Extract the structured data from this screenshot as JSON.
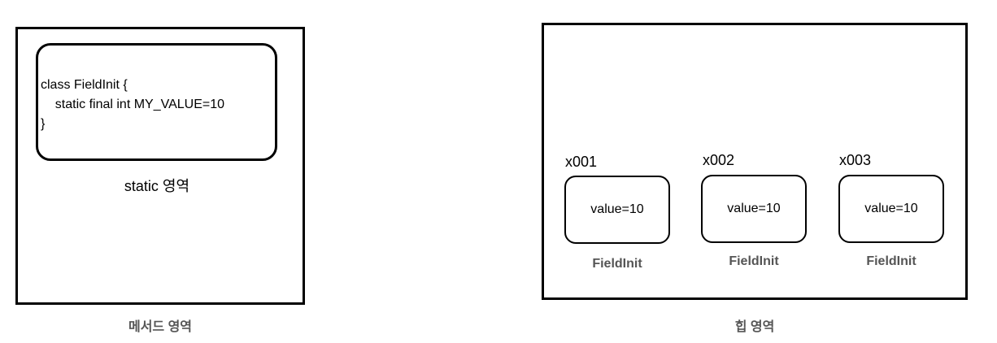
{
  "method_area": {
    "caption": "메서드 영역",
    "static_region": {
      "code_lines": [
        "class FieldInit {",
        "    static final int MY_VALUE=10",
        "}"
      ],
      "label": "static 영역"
    }
  },
  "heap_area": {
    "caption": "힙 영역",
    "objects": [
      {
        "address": "x001",
        "content": "value=10",
        "type": "FieldInit"
      },
      {
        "address": "x002",
        "content": "value=10",
        "type": "FieldInit"
      },
      {
        "address": "x003",
        "content": "value=10",
        "type": "FieldInit"
      }
    ]
  }
}
